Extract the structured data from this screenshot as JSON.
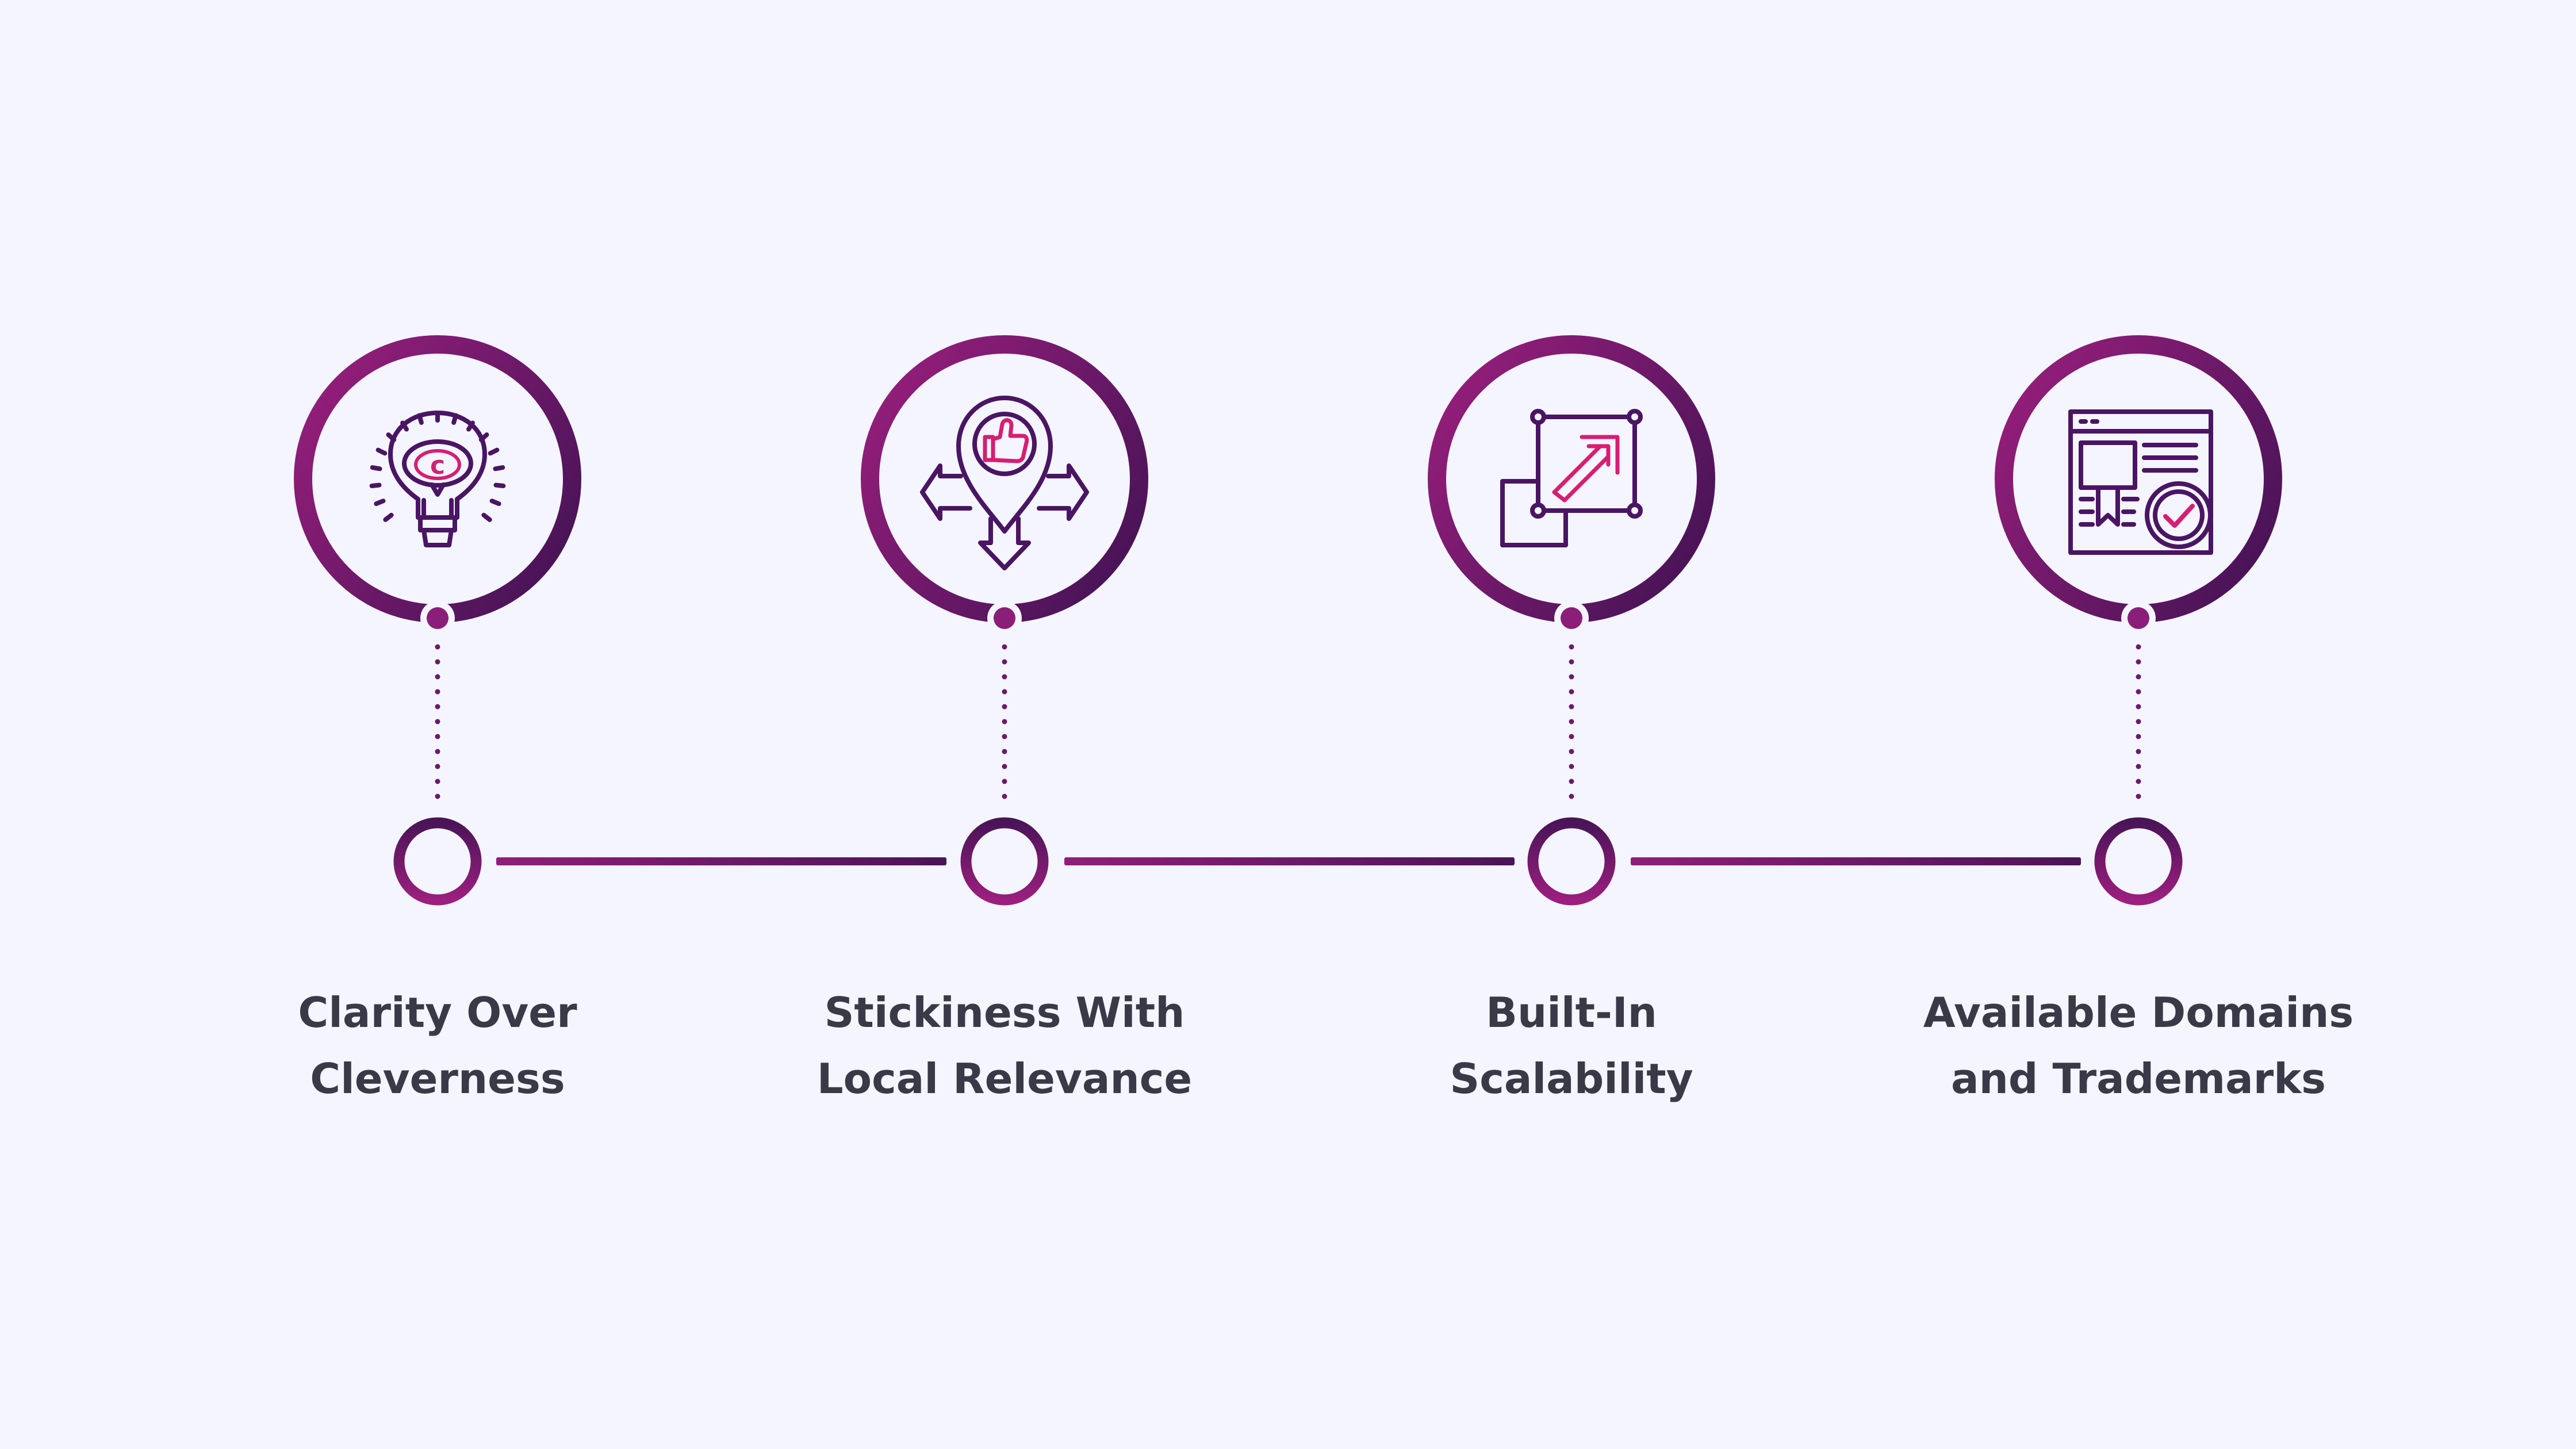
{
  "colors": {
    "background": "#F4F5FE",
    "magenta": "#9B1F7E",
    "deep_purple": "#4B1458",
    "accent_pink": "#D51F73",
    "icon_purple": "#4A1563",
    "text": "#3A3948"
  },
  "steps": [
    {
      "icon": "lightbulb-icon",
      "label_line1": "Clarity Over",
      "label_line2": "Cleverness"
    },
    {
      "icon": "location-pin-thumbs-up-icon",
      "label_line1": "Stickiness With",
      "label_line2": "Local Relevance"
    },
    {
      "icon": "scale-up-arrow-icon",
      "label_line1": "Built-In",
      "label_line2": "Scalability"
    },
    {
      "icon": "trademark-certificate-icon",
      "label_line1": "Available Domains",
      "label_line2": "and Trademarks"
    }
  ]
}
